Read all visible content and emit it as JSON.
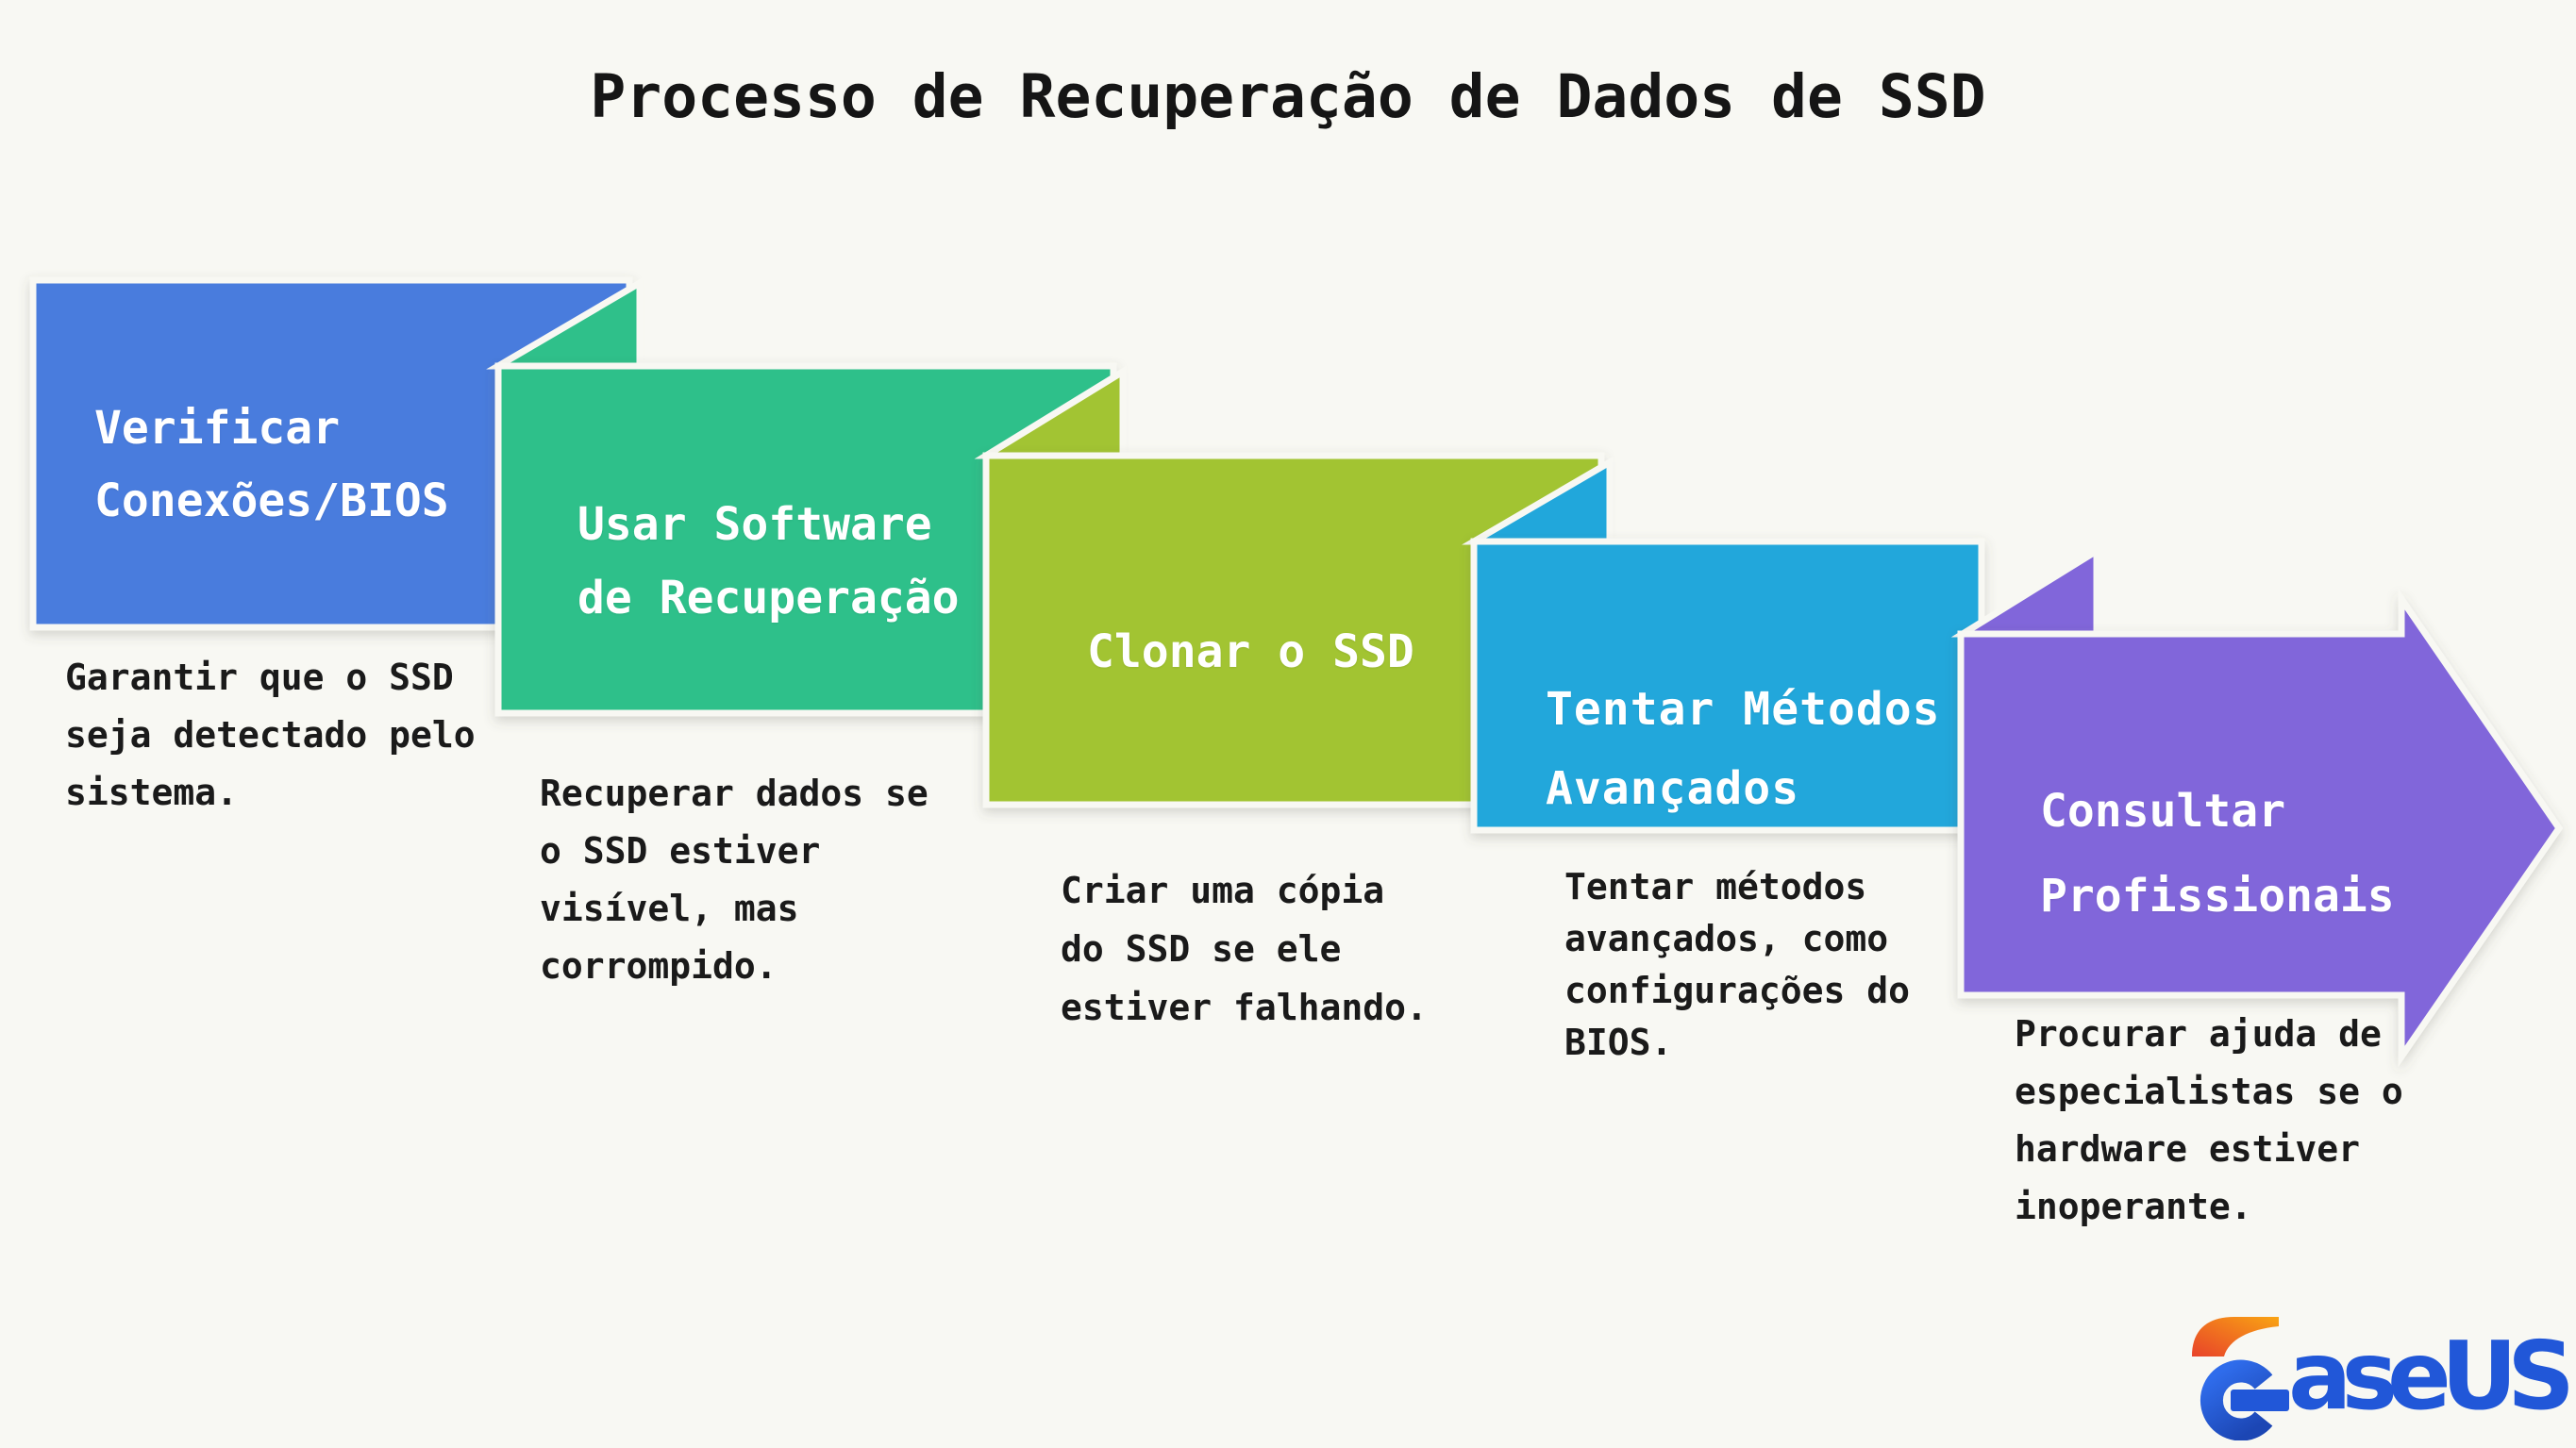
{
  "page": {
    "title": "Processo de Recuperação de Dados de SSD",
    "background": "#f8f8f3",
    "seam_color": "#f8f8f3",
    "text_color": "#1a1a1a"
  },
  "steps": [
    {
      "id": 1,
      "color": "#4a7cdd",
      "title_lines": [
        "Verificar",
        "Conexões/BIOS"
      ],
      "description_lines": [
        "Garantir que o SSD",
        "seja detectado pelo",
        "sistema."
      ]
    },
    {
      "id": 2,
      "color": "#2fc08a",
      "title_lines": [
        "Usar Software",
        "de Recuperação"
      ],
      "description_lines": [
        "Recuperar dados se",
        "o SSD estiver",
        "visível, mas",
        "corrompido."
      ]
    },
    {
      "id": 3,
      "color": "#a2c433",
      "title_lines": [
        "Clonar o SSD"
      ],
      "description_lines": [
        "Criar uma cópia",
        "do SSD se ele",
        "estiver falhando."
      ]
    },
    {
      "id": 4,
      "color": "#21a7db",
      "title_lines": [
        "Tentar Métodos",
        "Avançados"
      ],
      "description_lines": [
        "Tentar métodos",
        "avançados, como",
        "configurações do",
        "BIOS."
      ]
    },
    {
      "id": 5,
      "color": "#8166da",
      "title_lines": [
        "Consultar",
        "Profissionais"
      ],
      "description_lines": [
        "Procurar ajuda de",
        "especialistas se o",
        "hardware estiver",
        "inoperante."
      ]
    }
  ],
  "logo": {
    "visible_text": "aseUS",
    "blue": "#2157d8",
    "blue_dark": "#1c46b4",
    "orange_start": "#e8432a",
    "orange_end": "#f9a413"
  }
}
